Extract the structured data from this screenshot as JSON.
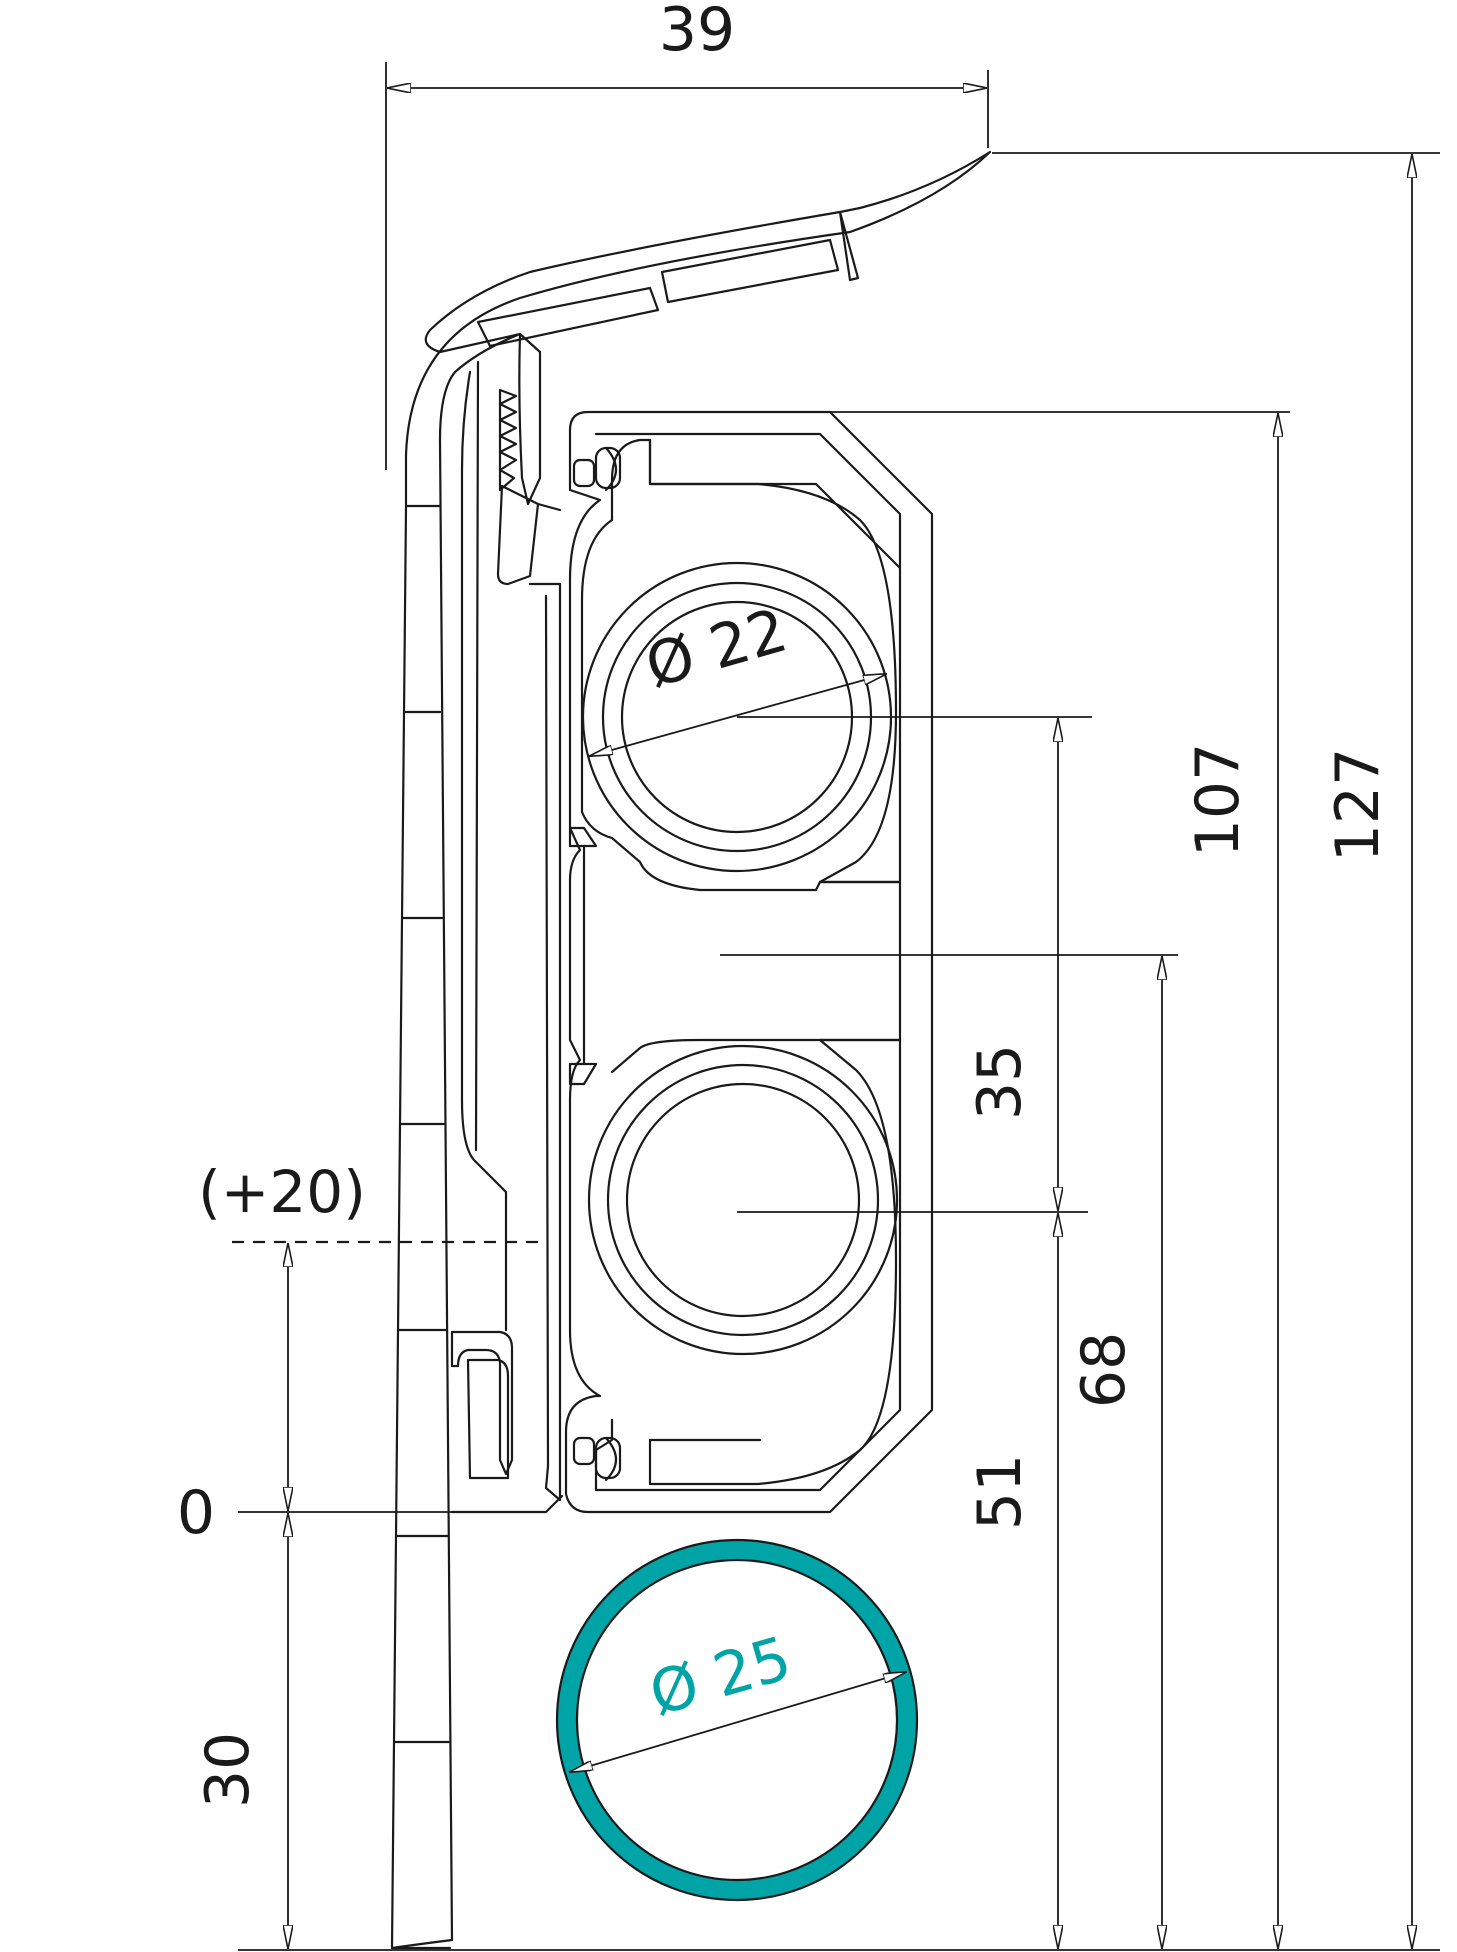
{
  "colors": {
    "profile_fill": "#00a3a6",
    "outline": "#1a1a1a",
    "background": "#ffffff",
    "teal_label": "#00a3a6"
  },
  "dimensions": {
    "width_top": "39",
    "height_total": "127",
    "height_channel": "107",
    "height_lower_center": "68",
    "pitch": "35",
    "height_lower_pipe": "51",
    "offset_optional": "(+20)",
    "zero_level": "0",
    "base_height": "30"
  },
  "diameters": {
    "inner_pipe": "Ø 22",
    "floor_pipe": "Ø 25"
  }
}
